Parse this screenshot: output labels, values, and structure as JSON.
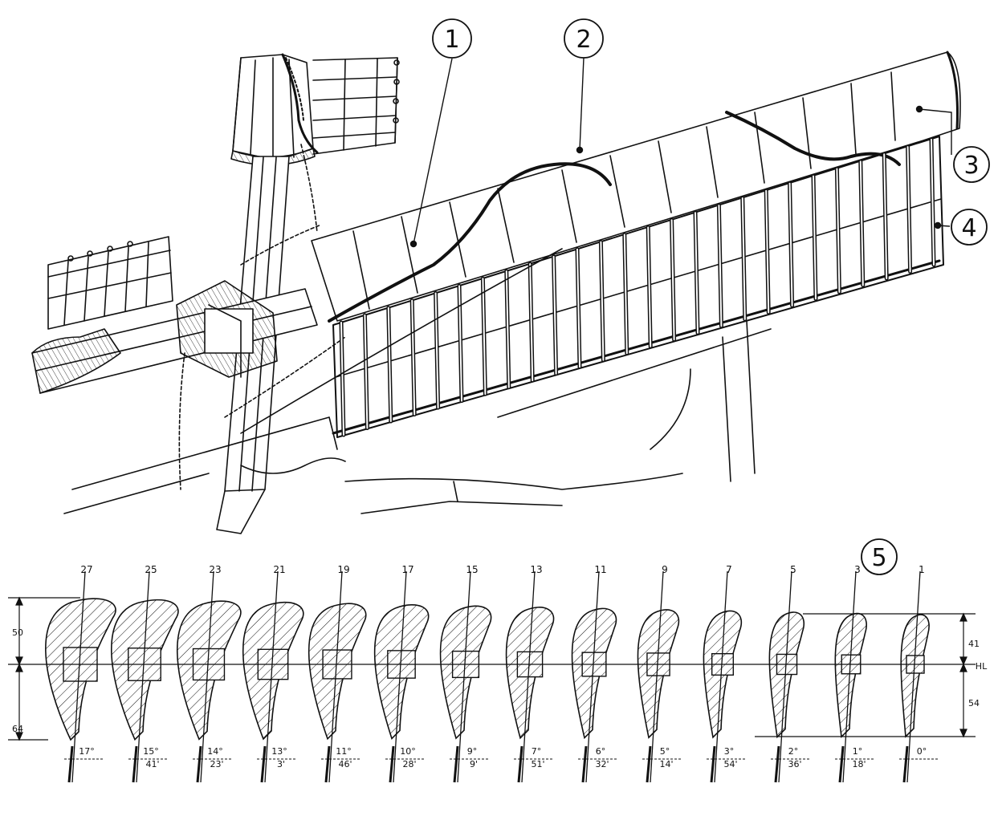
{
  "callouts": {
    "c1": "1",
    "c2": "2",
    "c3": "3",
    "c4": "4",
    "c5": "5"
  },
  "sections": [
    {
      "num": "27",
      "deg": "17°",
      "min": ""
    },
    {
      "num": "25",
      "deg": "15°",
      "min": "41'"
    },
    {
      "num": "23",
      "deg": "14°",
      "min": "23'"
    },
    {
      "num": "21",
      "deg": "13°",
      "min": "3'"
    },
    {
      "num": "19",
      "deg": "11°",
      "min": "46'"
    },
    {
      "num": "17",
      "deg": "10°",
      "min": "28'"
    },
    {
      "num": "15",
      "deg": "9°",
      "min": "9'"
    },
    {
      "num": "13",
      "deg": "7°",
      "min": "51'"
    },
    {
      "num": "11",
      "deg": "6°",
      "min": "32'"
    },
    {
      "num": "9",
      "deg": "5°",
      "min": "14'"
    },
    {
      "num": "7",
      "deg": "3°",
      "min": "54'"
    },
    {
      "num": "5",
      "deg": "2°",
      "min": "36'"
    },
    {
      "num": "3",
      "deg": "1°",
      "min": "18'"
    },
    {
      "num": "1",
      "deg": "0°",
      "min": ""
    }
  ],
  "dimensions": {
    "left_top": "50",
    "left_bottom": "64",
    "right_top": "41",
    "right_bottom": "54",
    "axis_mark": "HL"
  },
  "colors": {
    "ink": "#111111",
    "paper": "#ffffff"
  }
}
